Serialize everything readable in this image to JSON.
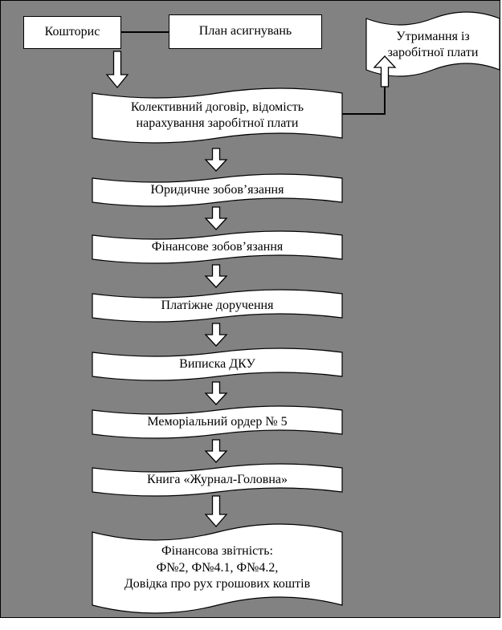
{
  "diagram": {
    "title": "Document accounting flowchart (payroll settlement scheme)",
    "colors": {
      "background": "#828282",
      "node_fill": "#ffffff",
      "line": "#000000"
    },
    "nodes": {
      "koshtorys": "Кошторис",
      "plan_asyhnuvan": "План асигнувань",
      "utrymannia": "Утримання із\nзаробітної плати",
      "kolektyvnyi_dohovir": "Колективний договір, відомість\nнарахування заробітної плати",
      "yurydychne_zoboviazannia": "Юридичне зобов’язання",
      "finansove_zoboviazannia": "Фінансове зобов’язання",
      "platizhne_doruchennia": "Платіжне доручення",
      "vypyska_dku": "Виписка ДКУ",
      "memorialnyi_order": "Меморіальний ордер № 5",
      "knyha_zhurnal_holovna": "Книга «Журнал-Головна»",
      "finansova_zvitnist": "Фінансова звітність:\nФ№2, Ф№4.1, Ф№4.2,\nДовідка про рух грошових коштів"
    }
  }
}
